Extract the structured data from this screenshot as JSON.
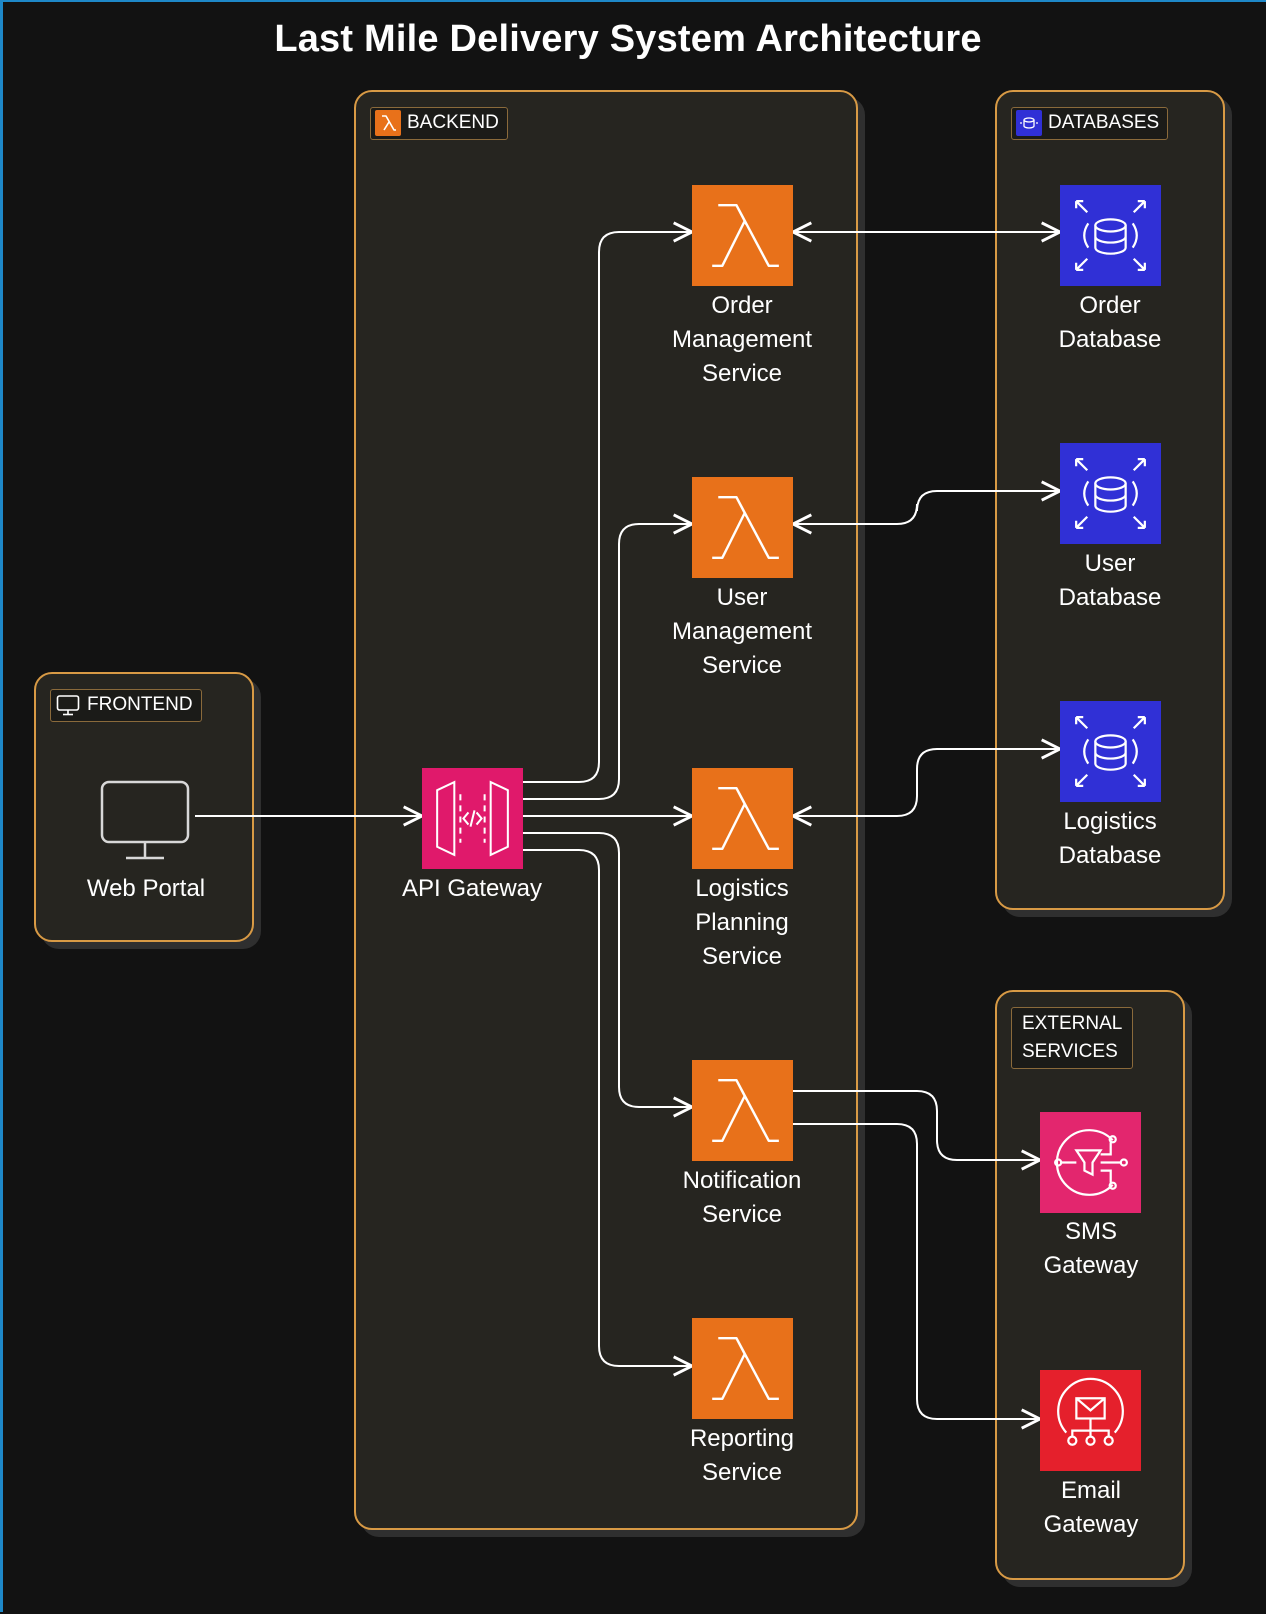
{
  "title": "Last Mile Delivery System Architecture",
  "groups": {
    "frontend": "FRONTEND",
    "backend": "BACKEND",
    "databases": "DATABASES",
    "external": "EXTERNAL\nSERVICES"
  },
  "nodes": {
    "web_portal": "Web Portal",
    "api_gateway": "API Gateway",
    "order_service": "Order\nManagement\nService",
    "user_service": "User\nManagement\nService",
    "logistics_service": "Logistics\nPlanning\nService",
    "notification_service": "Notification\nService",
    "reporting_service": "Reporting\nService",
    "order_db": "Order\nDatabase",
    "user_db": "User\nDatabase",
    "logistics_db": "Logistics\nDatabase",
    "sms_gateway": "SMS\nGateway",
    "email_gateway": "Email\nGateway"
  },
  "colors": {
    "background": "#121212",
    "group_fill": "#262520",
    "group_border": "#d89a45",
    "lambda": "#e8711a",
    "api_gateway": "#e0196b",
    "database": "#3030d6",
    "sms": "#e3266e",
    "email": "#e5202c",
    "edge": "#ffffff"
  },
  "icons": {
    "frontend": "monitor-icon",
    "backend": "lambda-icon",
    "databases": "rds-icon",
    "web_portal": "monitor-icon",
    "api_gateway": "api-gateway-icon",
    "services": "lambda-icon",
    "databases_nodes": "rds-icon",
    "sms_gateway": "sns-icon",
    "email_gateway": "ses-icon"
  }
}
